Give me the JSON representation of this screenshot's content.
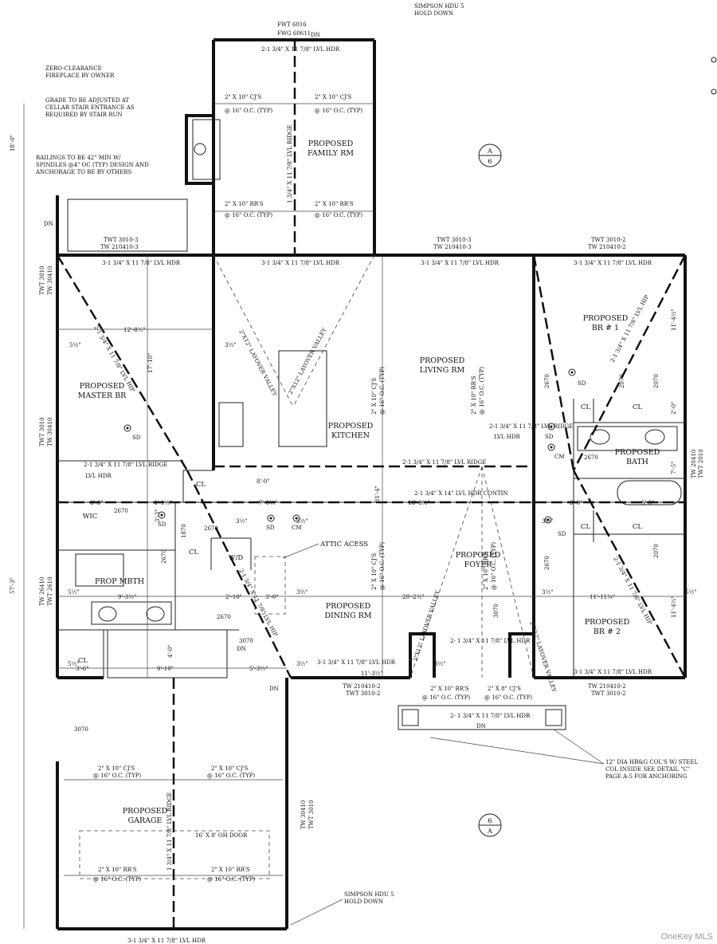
{
  "notes": {
    "simpson_top": [
      "SIMPSON HDU 5",
      "HOLD DOWN"
    ],
    "fwt": "FWT 6016",
    "fwg": "FWG 60611",
    "dn_top": "DN",
    "fireplace": [
      "ZERO-CLEARANCE",
      "FIREPLACE BY OWNER"
    ],
    "grade": [
      "GRADE TO BE ADJUSTED AT",
      "CELLAR STAIR ENTRANCE AS",
      "REQUIRED BY STAIR RUN"
    ],
    "railings": [
      "RAILINGS TO BE 42\" MIN W/",
      "SPINDLES @4\" OC (TYP) DESIGN AND",
      "ANCHORAGE TO BE BY OTHERS"
    ],
    "attic": "ATTIC ACESS",
    "columns": [
      "12\" DIA HB&G COL'S W/ STEEL",
      "COL INSIDE SEE DETAIL \"C\"",
      "PAGE A-5 FOR ANCHORING"
    ],
    "simpson_bottom": [
      "SIMPSON HDU 5",
      "HOLD DOWN"
    ],
    "watermark": "OneKey MLS"
  },
  "rooms": {
    "family": [
      "PROPOSED",
      "FAMILY RM"
    ],
    "living": [
      "PROPOSED",
      "LIVING RM"
    ],
    "kitchen": [
      "PROPOSED",
      "KITCHEN"
    ],
    "master": [
      "PROPOSED",
      "MASTER BR"
    ],
    "br1": [
      "PROPOSED",
      "BR # 1"
    ],
    "br2": [
      "PROPOSED",
      "BR # 2"
    ],
    "bath": [
      "PROPOSED",
      "BATH"
    ],
    "foyer": [
      "PROPOSED",
      "FOYER"
    ],
    "dining": [
      "PROPOSED",
      "DINING RM"
    ],
    "mbth": "PROP MBTH",
    "garage": [
      "PROPOSED",
      "GARAGE"
    ],
    "wic": "WIC",
    "cl": "CL",
    "wd": "W/D"
  },
  "section_markers": {
    "top": [
      "A",
      "6"
    ],
    "bottom": [
      "6",
      "A"
    ]
  },
  "headers": {
    "family_top": "2-1 3/4\" X 11 7/8\" LVL HDR",
    "main_left": "3-1 3/4\" X 11 7/8\" LVL HDR",
    "main_center": "3-1 3/4\" X 11 7/8\" LVL HDR",
    "main_right": "3-1 3/4\" X 11 7/8\" LVL HDR",
    "ridge_mid": "2-1 3/4\" X 11 7/8\" LVL RIDGE",
    "hdr_contin": "2-1 3/4\" X 14\" LVL HDR CONTIN",
    "lvl_hdr": "LVL HDR",
    "bot_left": "3-1 3/4\" X 11 7/8\" LVL HDR",
    "bot_right": "3-1 3/4\" X 11 7/8\" LVL HDR",
    "porch": "2- 1 3/4\" X 11 7/8\" LVL HDR",
    "porch_hdr": "2- 1 3/4\" X 11 7/8\" LVL HDR",
    "garage_bottom": "3-1 3/4\" X 11 7/8\" LVL HDR",
    "garage_door": "16' X 8' OH DOOR"
  },
  "joists": {
    "cj_2x10": "2\" X 10\" CJ'S",
    "rr_2x10": "2\" X 10\" RR'S",
    "cj_2x8": "2\" X 8\" CJ'S",
    "oc16": "@ 16\" O.C. (TYP)",
    "ridge_vertical": "1 3/4\" X 11 7/8\" LVL RIDGE",
    "layover": "2\"X12\" LAYOVER VALLEY",
    "hip": "2-1 3/4\" X 11 7/8\" LVL HIP"
  },
  "windows": {
    "twt3010_3": "TWT 3010-3",
    "tw210410_3": "TW 210410-3",
    "twt3010_2": "TWT 3010-2",
    "tw210410_2": "TW 210410-2",
    "twt3010": "TWT 3010",
    "tw30410": "TW 30410",
    "tw26410": "TW 26410",
    "twt2610": "TWT 2610",
    "tw20410": "TW 20410",
    "twt2010": "TWT 2010",
    "door2670": "2670",
    "door2070": "2070",
    "door3070": "3070",
    "door1870": "1870"
  },
  "dims": {
    "d18": "18'-0\"",
    "d57": "57'-3\"",
    "d12_8": "12'-8½\"",
    "d17_10": "17'-10\"",
    "d31_4": "31'-4\"",
    "d11_4": "11'-4½\"",
    "d11_11": "11'-11¼\"",
    "d18_8": "18'-8½\"",
    "d20_2": "20'-2½\"",
    "d9_3": "9'-3½\"",
    "d7_0": "7'-0½\"",
    "d6_0": "6'-0\"",
    "d4_1": "4'-1½\"",
    "d3_6": "3'-6\"",
    "d8_0": "8'-0\"",
    "d5_0": "5'-0\"",
    "d3_0": "3'-0\"",
    "d3_3": "3'-3\"",
    "d2_0": "2'-0\"",
    "d2_10": "2'-10\"",
    "d11_3": "11'-3½\"",
    "d5_3": "5'-3½\"",
    "d4_0": "4'-0\"",
    "d9_10": "9'-10\"",
    "d7_5": "7'-5\"",
    "half": "3½\"",
    "five": "5½\""
  },
  "symbols": {
    "sd": "SD",
    "cm": "CM",
    "dn": "DN"
  }
}
